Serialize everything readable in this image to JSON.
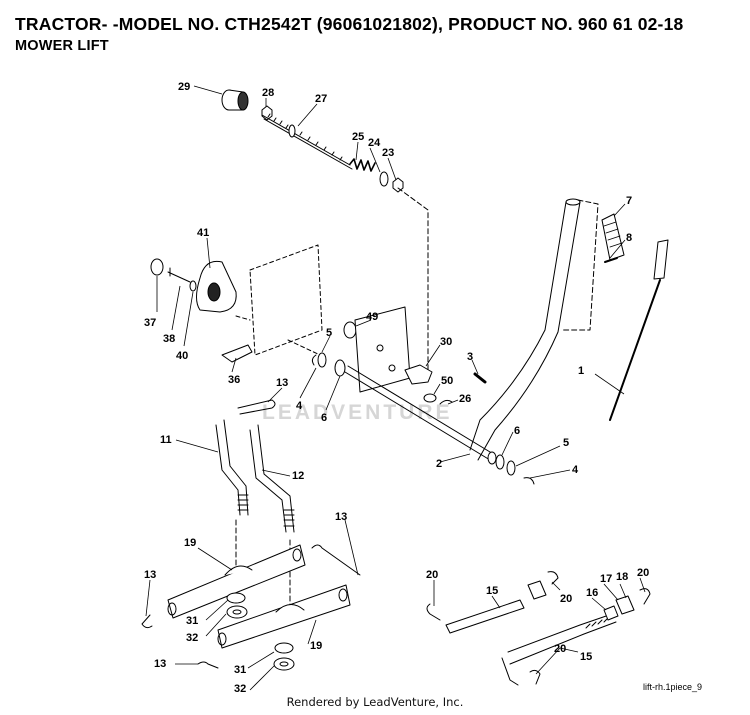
{
  "header": {
    "title": "TRACTOR- -MODEL NO. CTH2542T (96061021802), PRODUCT NO. 960 61 02-18",
    "subtitle": "MOWER LIFT"
  },
  "callouts": [
    {
      "id": "c29",
      "label": "29"
    },
    {
      "id": "c28",
      "label": "28"
    },
    {
      "id": "c27",
      "label": "27"
    },
    {
      "id": "c25",
      "label": "25"
    },
    {
      "id": "c24",
      "label": "24"
    },
    {
      "id": "c23",
      "label": "23"
    },
    {
      "id": "c7",
      "label": "7"
    },
    {
      "id": "c8",
      "label": "8"
    },
    {
      "id": "c41",
      "label": "41"
    },
    {
      "id": "c37",
      "label": "37"
    },
    {
      "id": "c38",
      "label": "38"
    },
    {
      "id": "c40",
      "label": "40"
    },
    {
      "id": "c49",
      "label": "49"
    },
    {
      "id": "c5a",
      "label": "5"
    },
    {
      "id": "c30",
      "label": "30"
    },
    {
      "id": "c3",
      "label": "3"
    },
    {
      "id": "c1",
      "label": "1"
    },
    {
      "id": "c36",
      "label": "36"
    },
    {
      "id": "c4a",
      "label": "4"
    },
    {
      "id": "c6a",
      "label": "6"
    },
    {
      "id": "c50",
      "label": "50"
    },
    {
      "id": "c26",
      "label": "26"
    },
    {
      "id": "c13a",
      "label": "13"
    },
    {
      "id": "c11",
      "label": "11"
    },
    {
      "id": "c2",
      "label": "2"
    },
    {
      "id": "c6b",
      "label": "6"
    },
    {
      "id": "c5b",
      "label": "5"
    },
    {
      "id": "c4b",
      "label": "4"
    },
    {
      "id": "c12",
      "label": "12"
    },
    {
      "id": "c13b",
      "label": "13"
    },
    {
      "id": "c19a",
      "label": "19"
    },
    {
      "id": "c13c",
      "label": "13"
    },
    {
      "id": "c31a",
      "label": "31"
    },
    {
      "id": "c32a",
      "label": "32"
    },
    {
      "id": "c19b",
      "label": "19"
    },
    {
      "id": "c13d",
      "label": "13"
    },
    {
      "id": "c31b",
      "label": "31"
    },
    {
      "id": "c32b",
      "label": "32"
    },
    {
      "id": "c20a",
      "label": "20"
    },
    {
      "id": "c15a",
      "label": "15"
    },
    {
      "id": "c20b",
      "label": "20"
    },
    {
      "id": "c16",
      "label": "16"
    },
    {
      "id": "c17",
      "label": "17"
    },
    {
      "id": "c18",
      "label": "18"
    },
    {
      "id": "c20c",
      "label": "20"
    },
    {
      "id": "c20d",
      "label": "20"
    },
    {
      "id": "c15b",
      "label": "15"
    }
  ],
  "watermark": "LEADVENTURE",
  "footer": "Rendered by LeadVenture, Inc.",
  "reference": "lift-rh.1piece_9"
}
